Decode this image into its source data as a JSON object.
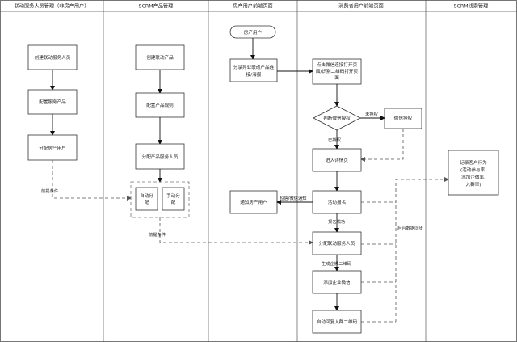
{
  "lanes": [
    "联动服务人员管理（非房产用户）",
    "SCRM产品管理",
    "房产用户前端页面",
    "消费者用户前端页面",
    "SCRM线索管理"
  ],
  "nodes": {
    "create_staff": "创建联动服务人员",
    "config_service_product": "配置服务产品",
    "assign_property_user": "分配房产用户",
    "create_product": "创建联动产品",
    "config_product_rule": "配置产品规则",
    "assign_product_staff": "分配产品服务人员",
    "auto_assign_l1": "自动分",
    "auto_assign_l2": "配",
    "manual_assign_l1": "手动分",
    "manual_assign_l2": "配",
    "property_user": "房产用户",
    "share_l1": "分享异业联动产品连",
    "share_l2": "接/海报",
    "notify_property_user": "通知房产用户",
    "open_link_l1": "点击微信连接打开页",
    "open_link_l2": "面/识别二维码打开页",
    "open_link_l3": "面",
    "judge_wechat_auth": "判断微信授权",
    "wechat_auth": "微信授权",
    "enter_detail": "进入详情页",
    "event_signup": "活动报名",
    "assign_staff": "分配联动服务人员",
    "add_wecom": "添加企业微信",
    "auto_reply_qr": "自动回复入群二维码",
    "record_l1": "记录客户行为",
    "record_l2": "(活动参与率,",
    "record_l3": "添加企微率,",
    "record_l4": "入群率)"
  },
  "edge_labels": {
    "precondition_1": "前提条件",
    "precondition_2": "前提条件",
    "unauthorized": "未授权",
    "authorized": "已授权",
    "sms_wechat_notify": "短信/微信通知",
    "signup_success": "报名成功",
    "backend_sync": "后台数据同步",
    "generate_wecom_qr": "生成企微二维码"
  }
}
